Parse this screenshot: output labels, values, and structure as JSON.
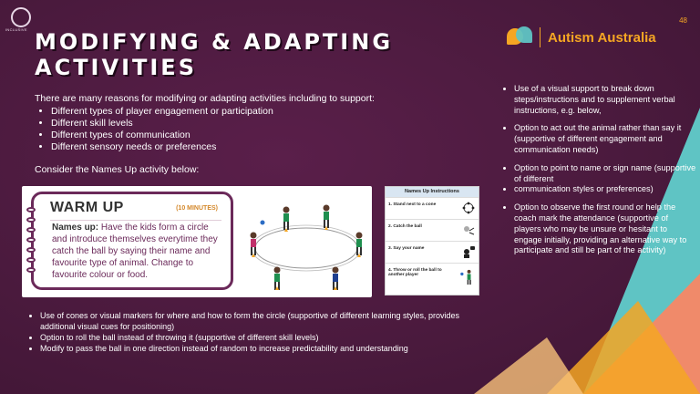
{
  "page_number": "48",
  "brand": {
    "name": "Autism Australia",
    "corner_logo_text": "INCLUSIVE"
  },
  "title": "Modifying & Adapting Activities",
  "intro": {
    "lead": "There are many reasons for modifying or adapting activities including to support:",
    "items": [
      "Different types of player engagement or participation",
      "Different skill levels",
      "Different types of communication",
      "Different sensory needs or preferences"
    ]
  },
  "consider": "Consider the Names Up activity below:",
  "warmup_card": {
    "title": "WARM UP",
    "minutes": "(10 MINUTES)",
    "lead": "Names up:",
    "body": "Have the kids form a circle and introduce themselves everytime they catch the ball by saying their name and favourite type of animal. Change to favourite colour or food."
  },
  "instructions_card": {
    "title": "Names Up Instructions",
    "steps": [
      "1. Stand next to a cone",
      "2. Catch the ball",
      "3. Say your name",
      "4. Throw or roll the ball to another player"
    ]
  },
  "circle_notes": [
    "Use of cones or visual markers for where and how to form the circle (supportive of different learning styles, provides additional visual cues for positioning)",
    "Option to roll the ball instead of throwing it (supportive of different skill levels)",
    "Modify to pass the ball in one direction instead of random to increase predictability and understanding"
  ],
  "right_points": [
    "Use of a visual support to break down steps/instructions and to supplement verbal instructions, e.g. below,",
    "Option to act out the animal rather than say it (supportive of different engagement and communication needs)",
    "Option to point to name or sign name (supportive of different",
    "communication styles or preferences)",
    "Option to observe the first round or help the coach mark the attendance (supportive of players who may be unsure or hesitant to engage initially, providing an alternative way to participate and still be part of the activity)"
  ],
  "colors": {
    "background": "#4a1a3d",
    "accent": "#f5a623",
    "teal": "#5fc4c4",
    "salmon": "#f08a6a"
  }
}
